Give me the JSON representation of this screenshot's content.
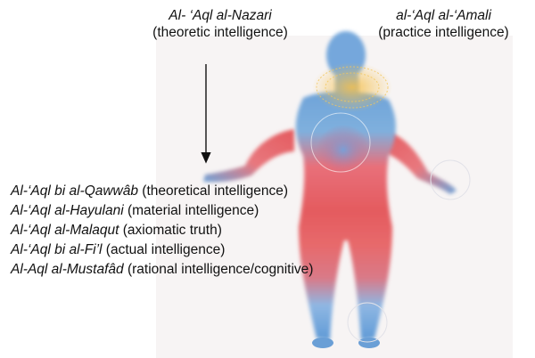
{
  "diagram": {
    "theoretic": {
      "term": "Al- ‘Aql al-Nazari",
      "meaning": "(theoretic intelligence)"
    },
    "practical": {
      "term": "al-‘Aql al-‘Amali",
      "meaning": "(practice intelligence)"
    },
    "levels": [
      {
        "term": "Al-‘Aql bi al-Qawwâb",
        "meaning": " (theoretical intelligence)"
      },
      {
        "term": "Al-‘Aql al-Hayulani",
        "meaning": " (material intelligence)"
      },
      {
        "term": "Al-‘Aql al-Malaqut",
        "meaning": " (axiomatic truth)"
      },
      {
        "term": "Al-‘Aql bi al-Fi’l",
        "meaning": " (actual intelligence)"
      },
      {
        "term": "Al-Aql al-Mustafâd",
        "meaning": " (rational intelligence/cognitive)"
      }
    ]
  },
  "figure": {
    "icon": "human-body-heatmap-icon",
    "colors": {
      "cool": "#6fa9dd",
      "warm": "#e5595a",
      "hot": "#f3b63a",
      "arrow": "#111111"
    }
  }
}
